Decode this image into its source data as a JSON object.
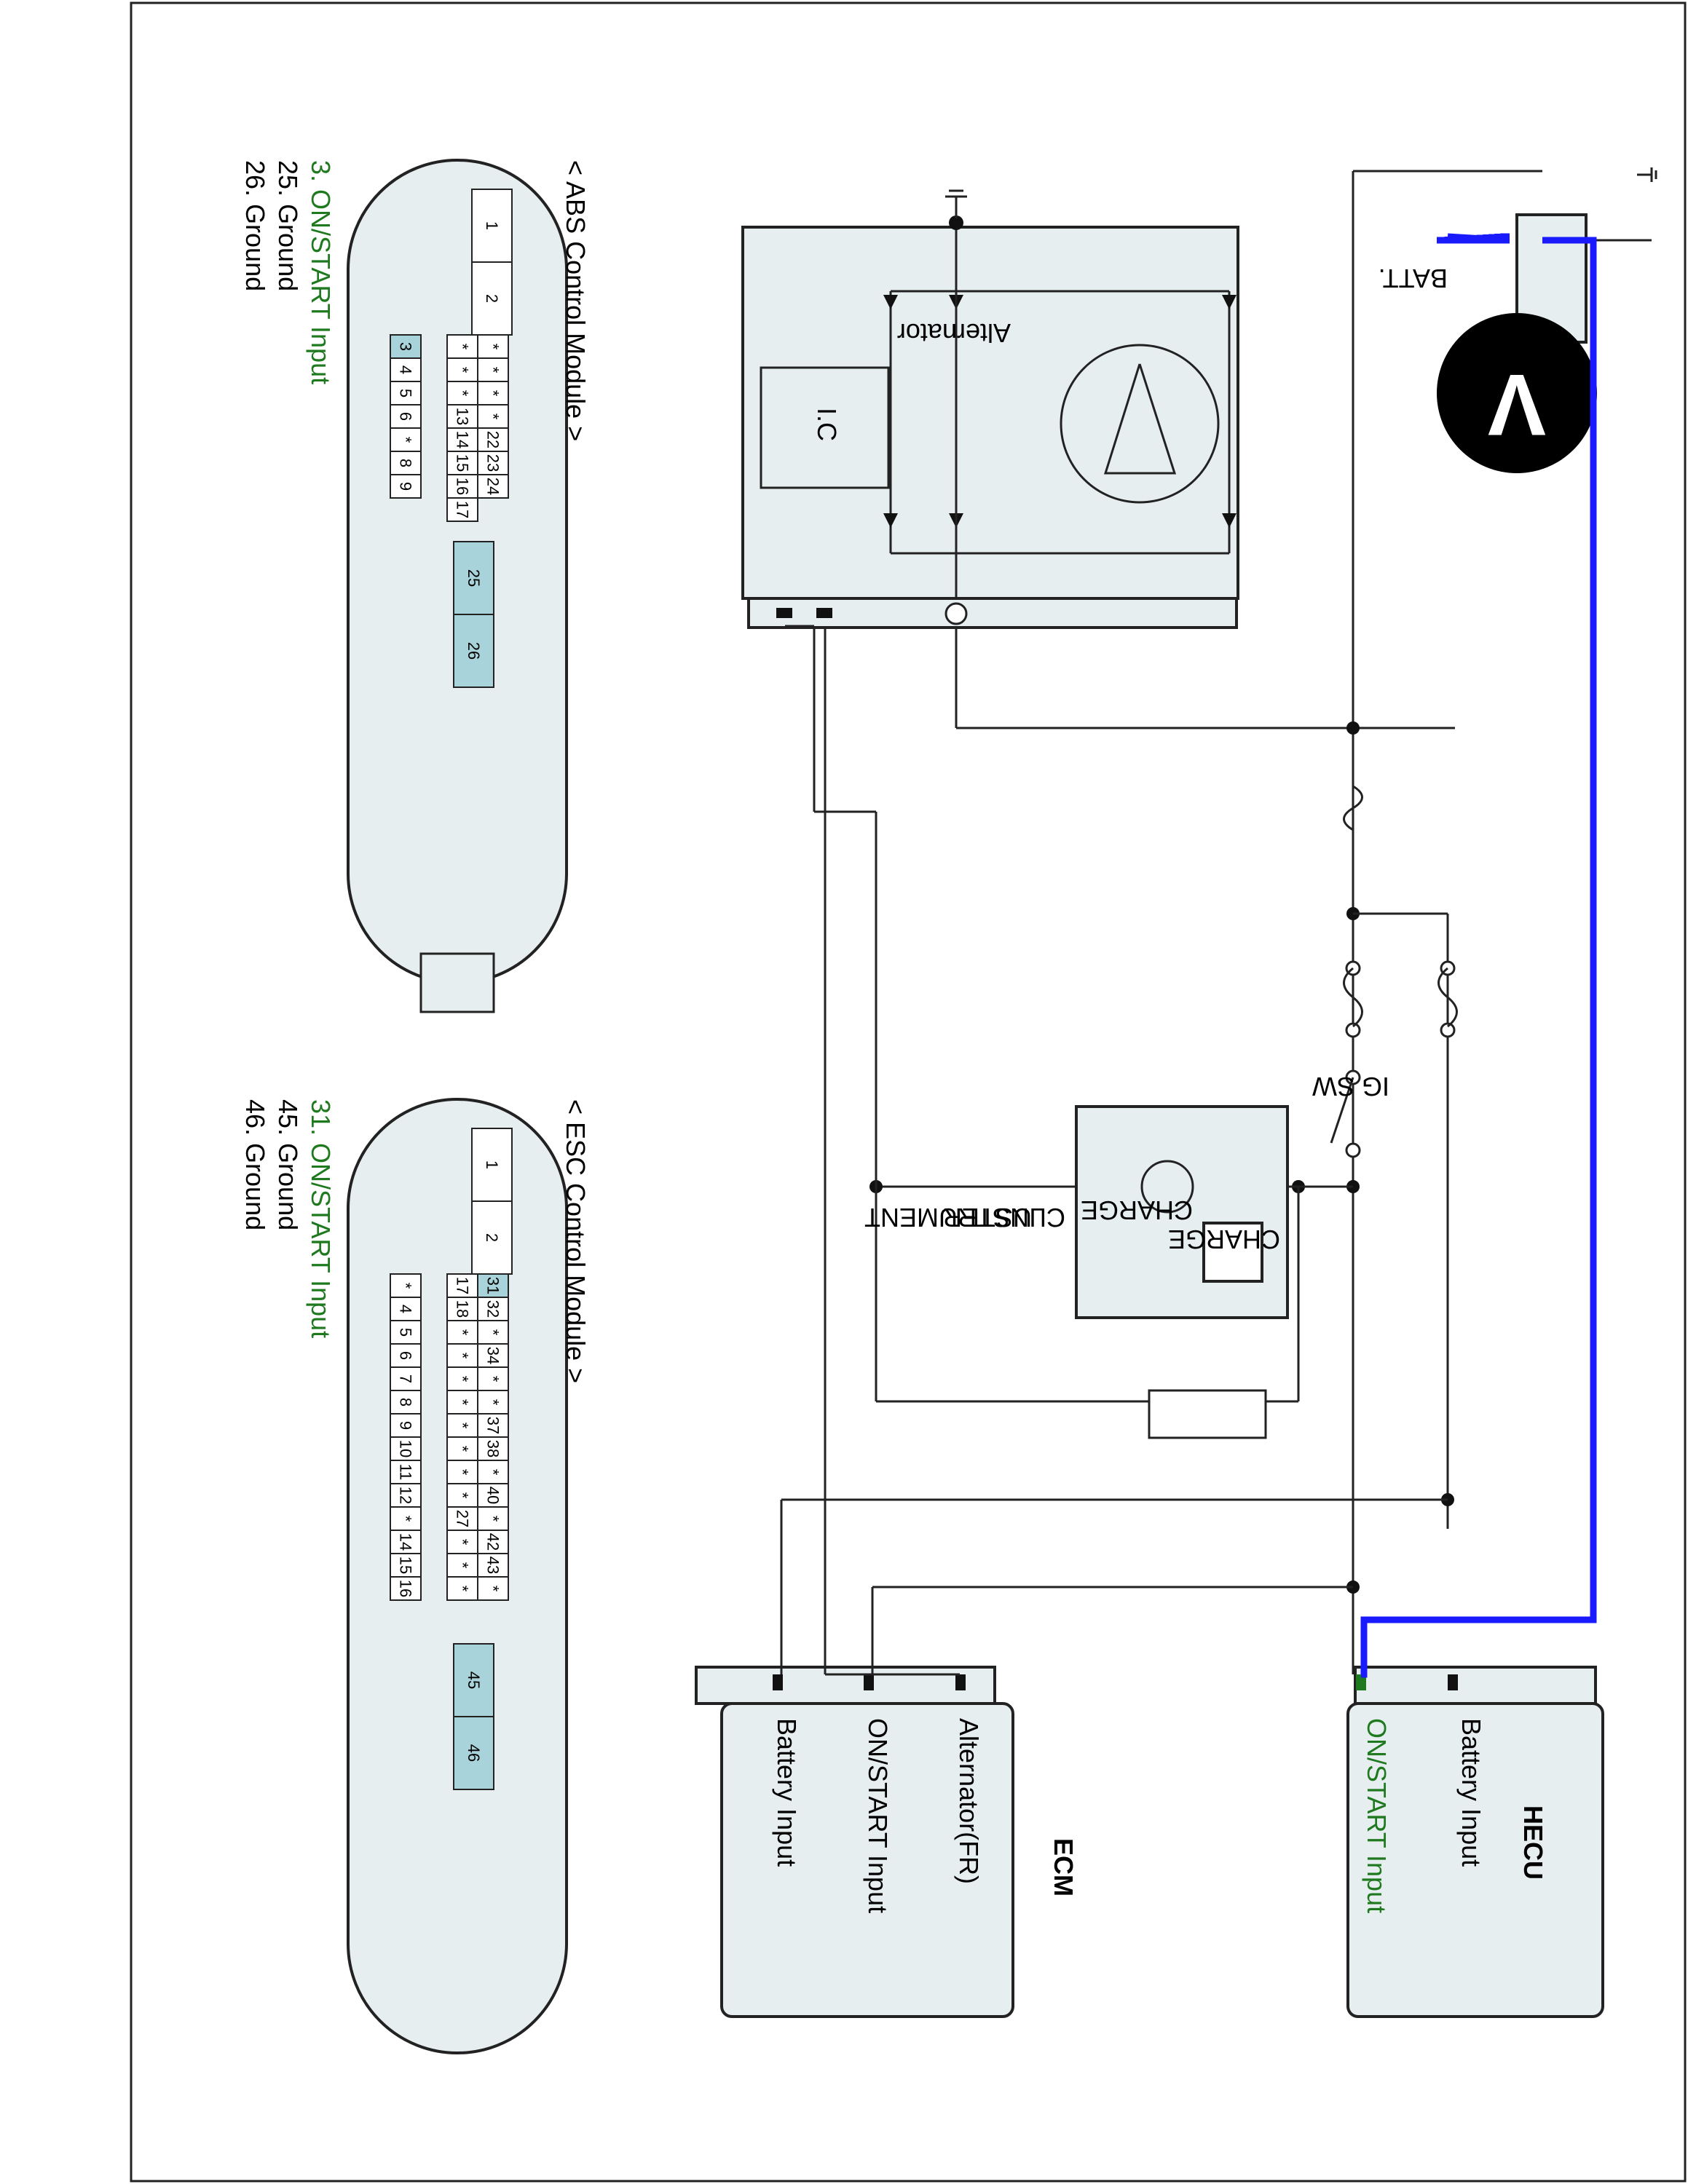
{
  "modules": {
    "hecu": {
      "title": "HECU",
      "battery_input": "Battery Input",
      "on_start_input": "ON/START Input"
    },
    "ecm": {
      "title": "ECM",
      "battery_input": "Battery Input",
      "on_start_input": "ON/START Input",
      "alternator": "Alternator(FR)"
    },
    "alternator": {
      "label": "Alternator",
      "ic": "I.C"
    },
    "battery": {
      "label": "BATT."
    },
    "meter": {
      "symbol": "V"
    },
    "ig_switch": {
      "label": "IG SW"
    },
    "cluster": {
      "line1": "INSTRUMENT",
      "line2": "CLUSTER",
      "charge_lamp": "CHARGE",
      "charge_icon": "CHARGE"
    }
  },
  "abs_module": {
    "title": "< ABS Control Module >",
    "legend": [
      {
        "text": "3. ON/START Input",
        "highlight": true
      },
      {
        "text": "25. Ground",
        "highlight": false
      },
      {
        "text": "26. Ground",
        "highlight": false
      }
    ],
    "pins_top": [
      "1",
      "2"
    ],
    "pins_row_a": [
      "*",
      "*",
      "*",
      "*",
      "22",
      "23",
      "24"
    ],
    "pins_row_b": [
      "*",
      "*",
      "*",
      "13",
      "14",
      "15",
      "16",
      "17"
    ],
    "pins_row_c": [
      "3",
      "4",
      "5",
      "6",
      "*",
      "8",
      "9"
    ],
    "pins_ground": [
      "25",
      "26"
    ]
  },
  "esc_module": {
    "title": "< ESC Control Module >",
    "legend": [
      {
        "text": "31. ON/START Input",
        "highlight": true
      },
      {
        "text": "45. Ground",
        "highlight": false
      },
      {
        "text": "46. Ground",
        "highlight": false
      }
    ],
    "pins_top": [
      "1",
      "2"
    ],
    "pins_row_a": [
      "31",
      "32",
      "*",
      "34",
      "*",
      "*",
      "37",
      "38",
      "*",
      "40",
      "*",
      "42",
      "43",
      "*"
    ],
    "pins_row_b": [
      "17",
      "18",
      "*",
      "*",
      "*",
      "*",
      "*",
      "*",
      "*",
      "*",
      "27",
      "*",
      "*",
      "*"
    ],
    "pins_row_c": [
      "*",
      "4",
      "5",
      "6",
      "7",
      "8",
      "9",
      "10",
      "11",
      "12",
      "*",
      "14",
      "15",
      "16"
    ],
    "pins_ground": [
      "45",
      "46"
    ]
  },
  "colors": {
    "measure_wire": "#1a1aff",
    "highlight_text": "#1f7a1f",
    "highlight_pin": "#a9d3da",
    "module_fill": "#e6eef0"
  }
}
